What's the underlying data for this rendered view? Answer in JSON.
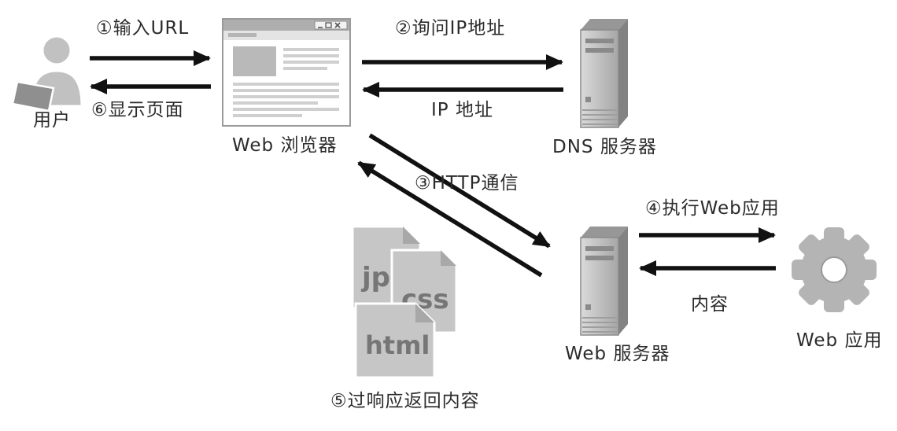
{
  "diagram": {
    "nodes": {
      "user": "用户",
      "browser": "Web 浏览器",
      "dns_server": "DNS 服务器",
      "web_server": "Web 服务器",
      "web_app": "Web 应用"
    },
    "steps": {
      "s1": "①输入URL",
      "s2": "②询问IP地址",
      "s2r": "IP 地址",
      "s3": "③HTTP通信",
      "s4": "④执行Web应用",
      "s4r": "内容",
      "s5": "⑤过响应返回内容",
      "s6": "⑥显示页面"
    },
    "files": [
      "jpg",
      "css",
      "html"
    ],
    "colors": {
      "arrow": "#111111",
      "icon_gray": "#c1c1c1",
      "icon_dark": "#8c8c8c",
      "page_gray": "#c6c6c6",
      "text": "#2b2b2b"
    }
  }
}
